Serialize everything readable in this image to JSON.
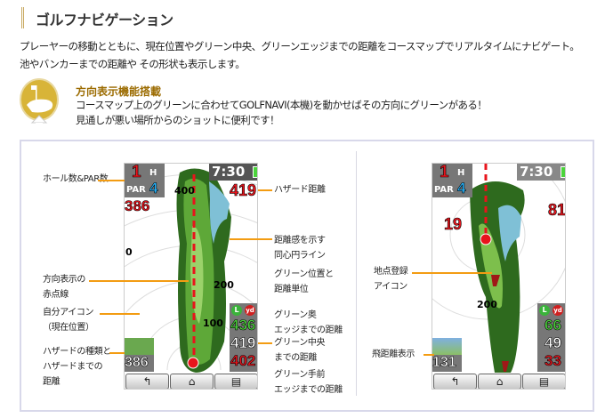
{
  "title": "ゴルフナビゲーション",
  "intro": [
    "プレーヤーの移動とともに、現在位置やグリーン中央、グリーンエッジまでの距離をコースマップでリアルタイムにナビゲート。",
    "池やバンカーまでの距離や その形状も表示します。"
  ],
  "feature": {
    "title": "方向表示機能搭載",
    "lines": [
      "コースマップ上のグリーンに合わせてGOLFNAVI(本機)を動かせばその方向にグリーンがある！",
      "見通しが悪い場所からのショットに便利です！"
    ]
  },
  "colors": {
    "accent": "#9b6b00",
    "callout": "#f39c12",
    "red": "#e8141c",
    "green": "#4cd43c"
  },
  "screen1": {
    "hole": "1",
    "hole_unit": "H",
    "par_label": "PAR",
    "par": "4",
    "time": "7:30",
    "hazard_near": "386",
    "hazard_far": "419",
    "rings": [
      "400",
      "0",
      "200",
      "100"
    ],
    "green_letter": "L",
    "unit": "yd",
    "back": "436",
    "center": "419",
    "front": "402",
    "hazard_dist": "386",
    "buttons": [
      "back-icon",
      "home-icon",
      "menu-icon"
    ]
  },
  "screen2": {
    "hole": "1",
    "hole_unit": "H",
    "par_label": "PAR",
    "par": "4",
    "time": "7:30",
    "left_dist": "19",
    "right_dist": "81",
    "ring": "200",
    "green_letter": "L",
    "unit": "yd",
    "back": "66",
    "center": "49",
    "front": "33",
    "shot_dist": "131"
  },
  "labels1_left": [
    "ホール数&PAR数",
    "方向表示の\n赤点線",
    "自分アイコン\n（現在位置）",
    "ハザードの種類と\nハザードまでの\n距離"
  ],
  "labels1_right": [
    "ハザード距離",
    "距離感を示す\n同心円ライン",
    "グリーン位置と\n距離単位",
    "グリーン奥\nエッジまでの距離",
    "グリーン中央\nまでの距離",
    "グリーン手前\nエッジまでの距離"
  ],
  "labels2": [
    "地点登録\nアイコン",
    "飛距離表示"
  ]
}
